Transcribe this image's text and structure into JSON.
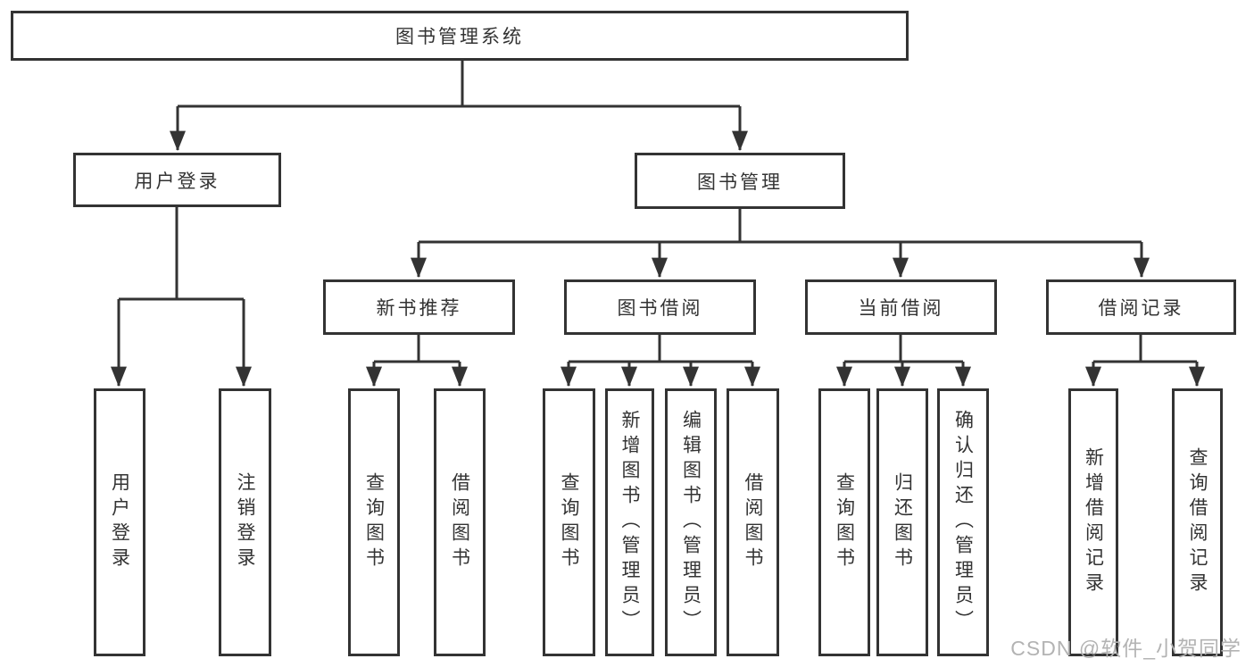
{
  "nodes": {
    "root": "图书管理系统",
    "user_login": "用户登录",
    "book_mgmt": "图书管理",
    "new_book_rec": "新书推荐",
    "book_borrow": "图书借阅",
    "current_borrow": "当前借阅",
    "borrow_record": "借阅记录",
    "leaf_user_login": "用户登录",
    "leaf_logout": "注销登录",
    "leaf_nb_query_book": "查询图书",
    "leaf_nb_borrow_book": "借阅图书",
    "leaf_bb_query_book": "查询图书",
    "leaf_bb_add_book": "新增图书（管理员）",
    "leaf_bb_edit_book": "编辑图书（管理员）",
    "leaf_bb_borrow_book": "借阅图书",
    "leaf_cb_query_book": "查询图书",
    "leaf_cb_return_book": "归还图书",
    "leaf_cb_confirm_return": "确认归还（管理员）",
    "leaf_br_add_record": "新增借阅记录",
    "leaf_br_query_record": "查询借阅记录"
  },
  "hierarchy": {
    "图书管理系统": {
      "用户登录": [
        "用户登录",
        "注销登录"
      ],
      "图书管理": {
        "新书推荐": [
          "查询图书",
          "借阅图书"
        ],
        "图书借阅": [
          "查询图书",
          "新增图书（管理员）",
          "编辑图书（管理员）",
          "借阅图书"
        ],
        "当前借阅": [
          "查询图书",
          "归还图书",
          "确认归还（管理员）"
        ],
        "借阅记录": [
          "新增借阅记录",
          "查询借阅记录"
        ]
      }
    }
  },
  "watermark": "CSDN @软件_小贺同学",
  "colors": {
    "line": "#333333",
    "box_border": "#333333",
    "text": "#333333",
    "watermark": "#b3b3b3",
    "background": "#ffffff"
  }
}
